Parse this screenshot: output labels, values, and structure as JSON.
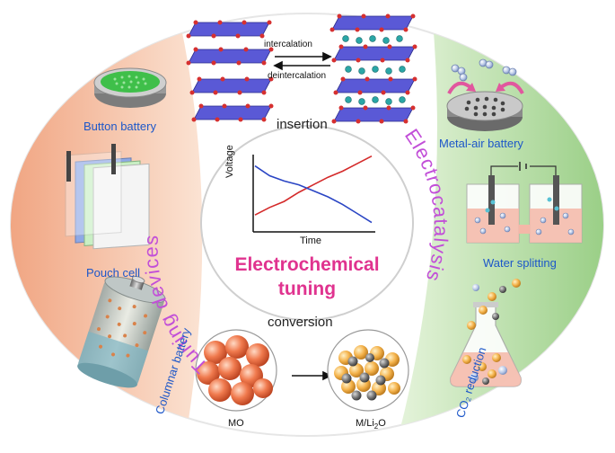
{
  "center": {
    "title_line1": "Electrochemical",
    "title_line2": "tuning",
    "chart": {
      "type": "line",
      "xlabel": "Time",
      "ylabel": "Voltage",
      "series": [
        {
          "color": "#d42a2a",
          "values": [
            0.2,
            0.3,
            0.38,
            0.5,
            0.6,
            0.7,
            0.78,
            0.88,
            0.98
          ]
        },
        {
          "color": "#2a45c4",
          "values": [
            0.85,
            0.72,
            0.65,
            0.6,
            0.52,
            0.44,
            0.34,
            0.22,
            0.1
          ]
        }
      ]
    }
  },
  "sections": {
    "insertion": "insertion",
    "conversion": "conversion",
    "intercalation": "intercalation",
    "deintercalation": "deintercalation",
    "mo": "MO",
    "m_li2o_prefix": "M/Li",
    "m_li2o_sub": "2",
    "m_li2o_suffix": "O"
  },
  "left": {
    "arc_label": "Tuning devices",
    "button_battery": "Button battery",
    "pouch_cell": "Pouch cell",
    "columnar_battery": "Columnar battery"
  },
  "right": {
    "arc_label": "Electrocatalysis",
    "metal_air": "Metal-air battery",
    "water_splitting": "Water splitting",
    "co2_reduction": "CO₂ reduction"
  },
  "colors": {
    "left_panel": "#f4b08e",
    "right_panel": "#a7d695",
    "arc_text": "#c24fd8",
    "blue_label": "#1d57c9",
    "title": "#e0338f"
  }
}
